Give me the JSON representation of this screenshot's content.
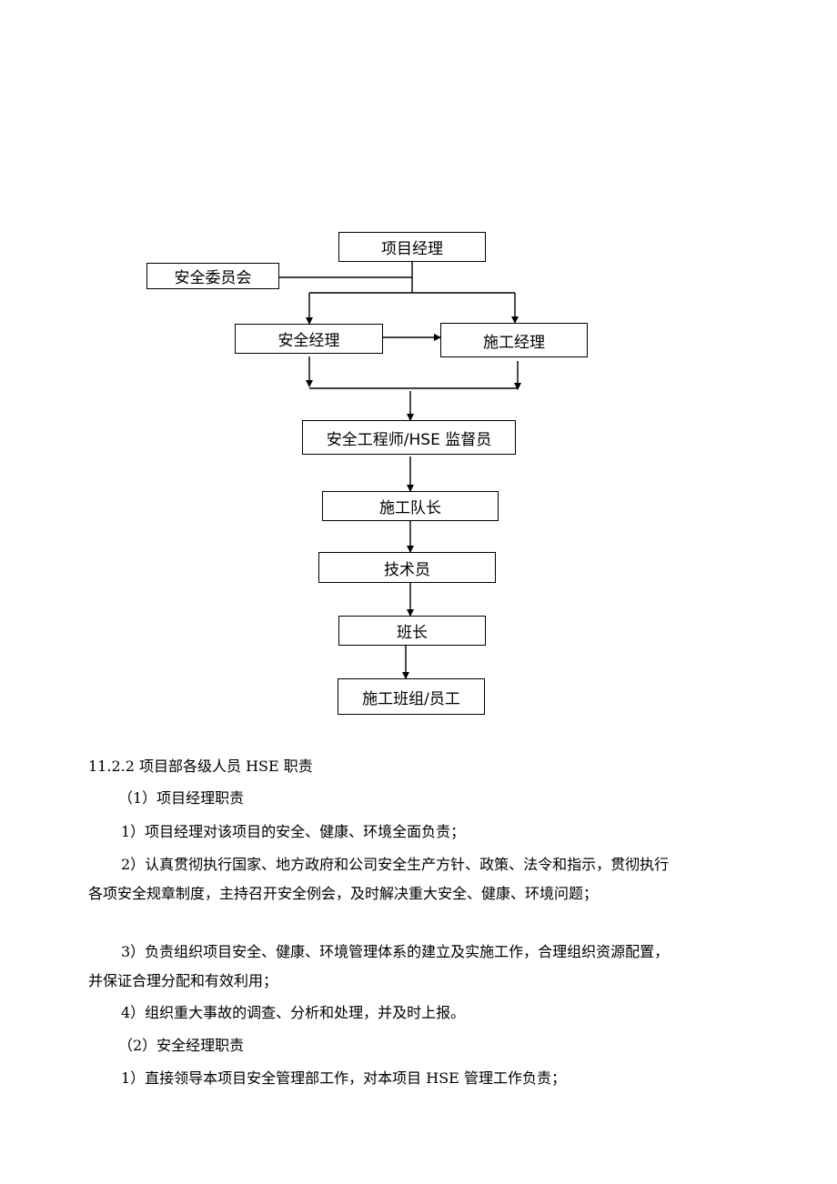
{
  "org_chart": {
    "project_manager": "项目经理",
    "safety_committee": "安全委员会",
    "safety_manager": "安全经理",
    "construction_manager": "施工经理",
    "safety_engineer": "安全工程师/HSE 监督员",
    "construction_captain": "施工队长",
    "technician": "技术员",
    "team_leader": "班长",
    "construction_team": "施工班组/员工"
  },
  "text": {
    "section_heading": "11.2.2 项目部各级人员 HSE 职责",
    "sub1_heading": "（1）项目经理职责",
    "sub1_item1": "1）项目经理对该项目的安全、健康、环境全面负责；",
    "sub1_item2_line1": "2）认真贯彻执行国家、地方政府和公司安全生产方针、政策、法令和指示，贯彻执行",
    "sub1_item2_line2": "各项安全规章制度，主持召开安全例会，及时解决重大安全、健康、环境问题；",
    "sub1_item3_line1": "3）负责组织项目安全、健康、环境管理体系的建立及实施工作，合理组织资源配置，",
    "sub1_item3_line2": "并保证合理分配和有效利用；",
    "sub1_item4": "4）组织重大事故的调查、分析和处理，并及时上报。",
    "sub2_heading": "（2）安全经理职责",
    "sub2_item1": "1）直接领导本项目安全管理部工作，对本项目 HSE 管理工作负责；"
  }
}
